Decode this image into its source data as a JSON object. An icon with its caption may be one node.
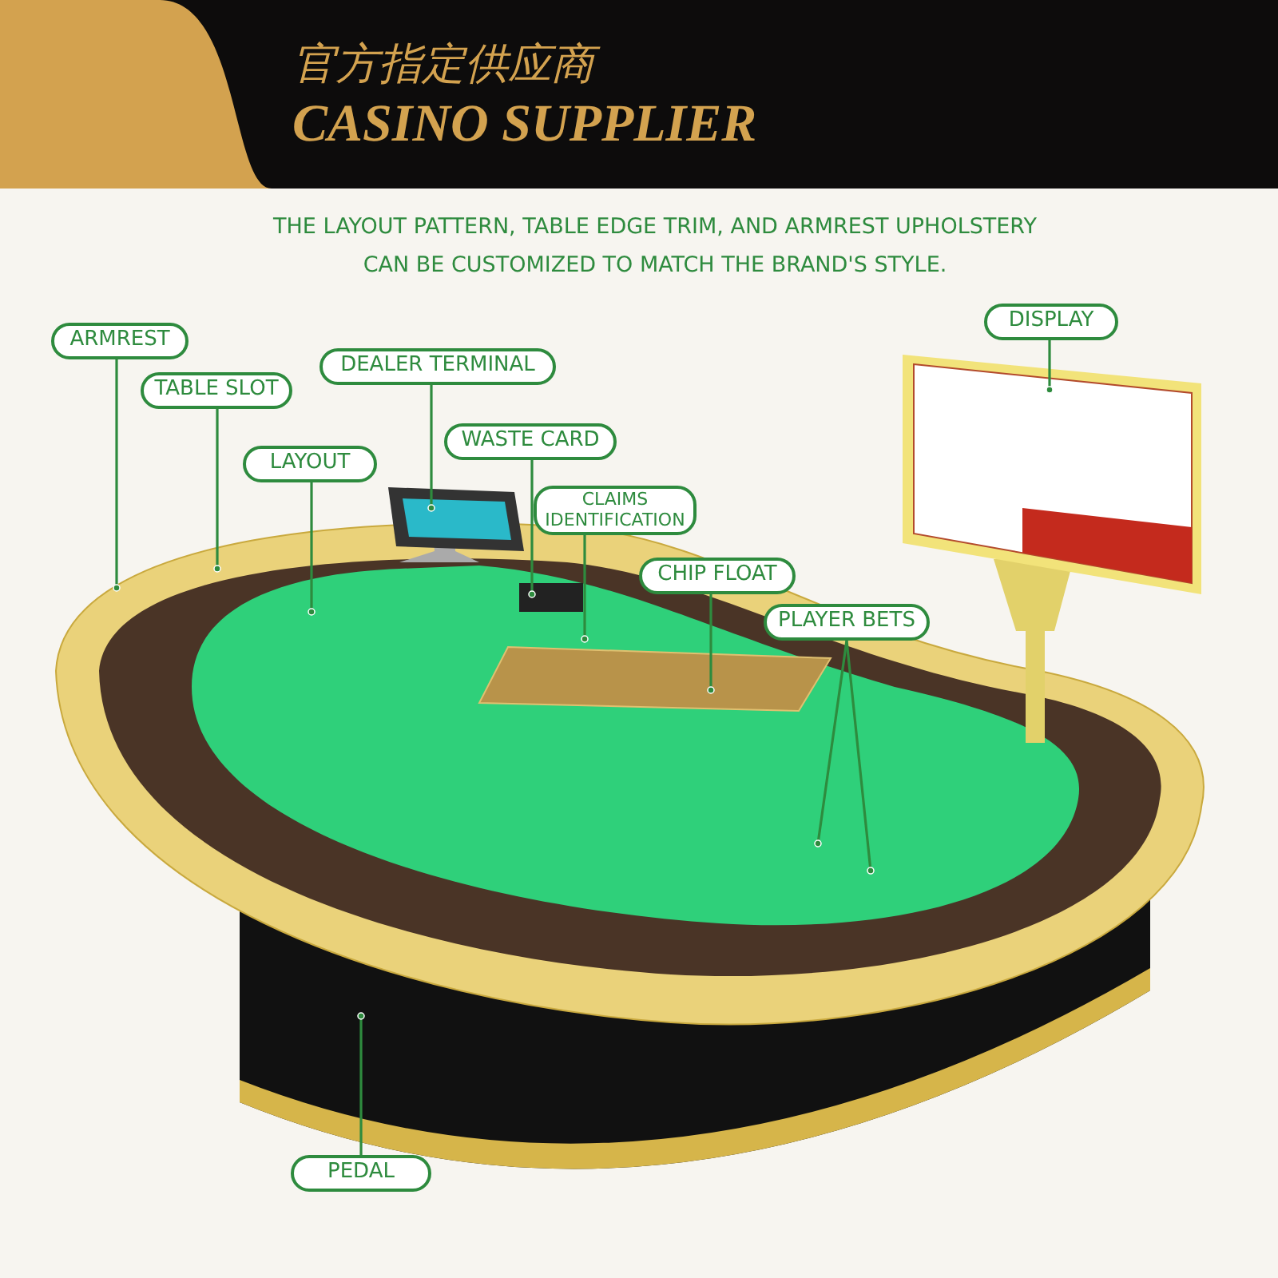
{
  "diagram": {
    "nodes": [
      {
        "text": [
          "ARMREST"
        ]
      },
      {
        "text": [
          "TABLE SLOT"
        ]
      },
      {
        "text": [
          "DEALER TERMINAL"
        ]
      },
      {
        "text": [
          "WASTE CARD"
        ]
      },
      {
        "text": [
          "LAYOUT"
        ]
      },
      {
        "text": [
          "CLAIMS IDENTIFICATION"
        ]
      },
      {
        "text": [
          "CHIP FLOAT"
        ]
      },
      {
        "text": [
          "PLAYER BETS"
        ]
      },
      {
        "text": [
          "DISPLAY"
        ]
      },
      {
        "text": [
          "PEDAL"
        ]
      }
    ],
    "edges": [
      {
        "from": 0,
        "to": null,
        "arrow": "other"
      },
      {
        "from": 1,
        "to": null,
        "arrow": "other"
      },
      {
        "from": 2,
        "to": null,
        "arrow": "other"
      },
      {
        "from": 3,
        "to": null,
        "arrow": "other"
      },
      {
        "from": 4,
        "to": null,
        "arrow": "other"
      },
      {
        "from": 5,
        "to": null,
        "arrow": "other"
      },
      {
        "from": 6,
        "to": null,
        "arrow": "other"
      },
      {
        "from": 7,
        "to": null,
        "arrow": "other"
      },
      {
        "from": 7,
        "to": null,
        "arrow": "other"
      },
      {
        "from": 8,
        "to": null,
        "arrow": "other"
      },
      {
        "from": 9,
        "to": null,
        "arrow": "other"
      }
    ],
    "labels": [
      "官方指定供应商",
      "CASINO SUPPLIER",
      "THE LAYOUT PATTERN, TABLE EDGE TRIM, AND ARMREST UPHOLSTERY CAN BE CUSTOMIZED TO MATCH THE BRAND'S STYLE."
    ]
  }
}
